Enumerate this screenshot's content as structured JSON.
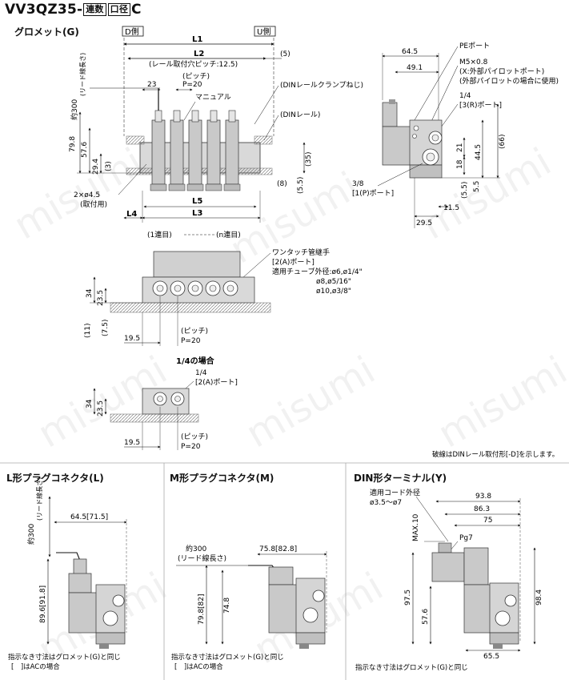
{
  "title": {
    "model": "VV3QZ35-",
    "box1": "連数",
    "box2": "口径",
    "suffix": "C"
  },
  "watermark": "misumi",
  "grommet": {
    "label": "グロメット(G)",
    "d_side": "D側",
    "u_side": "U側",
    "L1": "L1",
    "L2": "L2",
    "L3": "L3",
    "L4": "L4",
    "L5": "L5",
    "rail_pitch": "(レール取付穴ピッチ:12.5)",
    "five": "(5)",
    "pitch": "(ピッチ)",
    "pitch_val": "P=20",
    "d23": "23",
    "manual": "マニュアル",
    "din_clamp": "(DINレールクランプねじ)",
    "din_rail": "(DINレール)",
    "lead": "約300",
    "lead_note": "(リード線長さ)",
    "d798": "79.8",
    "d576": "57.6",
    "d294": "29.4",
    "d3": "(3)",
    "d35": "(35)",
    "d8": "(8)",
    "d55": "(5.5)",
    "mount": "2×ø4.5",
    "mount_note": "(取付用)"
  },
  "side": {
    "d645": "64.5",
    "d491": "49.1",
    "pe_port": "PEポート",
    "m5": "M5×0.8",
    "x_port": "(X:外部パイロットポート)",
    "x_note": "(外部パイロットの場合に使用)",
    "quarter": "1/4",
    "r_port": "[3(R)ポート]",
    "d66": "(66)",
    "d445": "44.5",
    "d21": "21",
    "d18": "18",
    "d55": "(5.5)",
    "d5": "5.5",
    "three_eighths": "3/8",
    "p_port": "[1(P)ポート]",
    "d115": "11.5",
    "d295": "29.5"
  },
  "bottom": {
    "first": "(1連目)",
    "nth": "(n連目)",
    "one_touch": "ワンタッチ管継手",
    "a_port": "[2(A)ポート]",
    "tube": "適用チューブ外径:ø6,ø1/4\"",
    "tube2": "ø8,ø5/16\"",
    "tube3": "ø10,ø3/8\"",
    "d34": "34",
    "d235": "23.5",
    "d11": "(11)",
    "d75": "(7.5)",
    "d195": "19.5",
    "pitch": "(ピッチ)",
    "pitch_val": "P=20"
  },
  "quarter_case": {
    "label": "1/4の場合",
    "quarter": "1/4",
    "a_port": "[2(A)ポート]",
    "d34": "34",
    "d235": "23.5",
    "d195": "19.5",
    "pitch": "(ピッチ)",
    "pitch_val": "P=20",
    "note": "破線はDINレール取付形[-D]を示します。"
  },
  "l_plug": {
    "label": "L形プラグコネクタ(L)",
    "lead": "約300",
    "lead_note": "(リード線長さ)",
    "d645": "64.5[71.5]",
    "d896": "89.6[91.8]",
    "note1": "指示なき寸法はグロメット(G)と同じ",
    "note2": "[　]はACの場合"
  },
  "m_plug": {
    "label": "M形プラグコネクタ(M)",
    "lead": "約300",
    "lead_note": "(リード線長さ)",
    "d758": "75.8[82.8]",
    "d798": "79.8[82]",
    "d748": "74.8",
    "note1": "指示なき寸法はグロメット(G)と同じ",
    "note2": "[　]はACの場合"
  },
  "din_term": {
    "label": "DIN形ターミナル(Y)",
    "cord": "適用コード外径",
    "cord_val": "ø3.5〜ø7",
    "max10": "MAX.10",
    "d938": "93.8",
    "d863": "86.3",
    "d75": "75",
    "pg7": "Pg7",
    "d975": "97.5",
    "d576": "57.6",
    "d984": "98.4",
    "d655": "65.5",
    "note": "指示なき寸法はグロメット(G)と同じ"
  }
}
